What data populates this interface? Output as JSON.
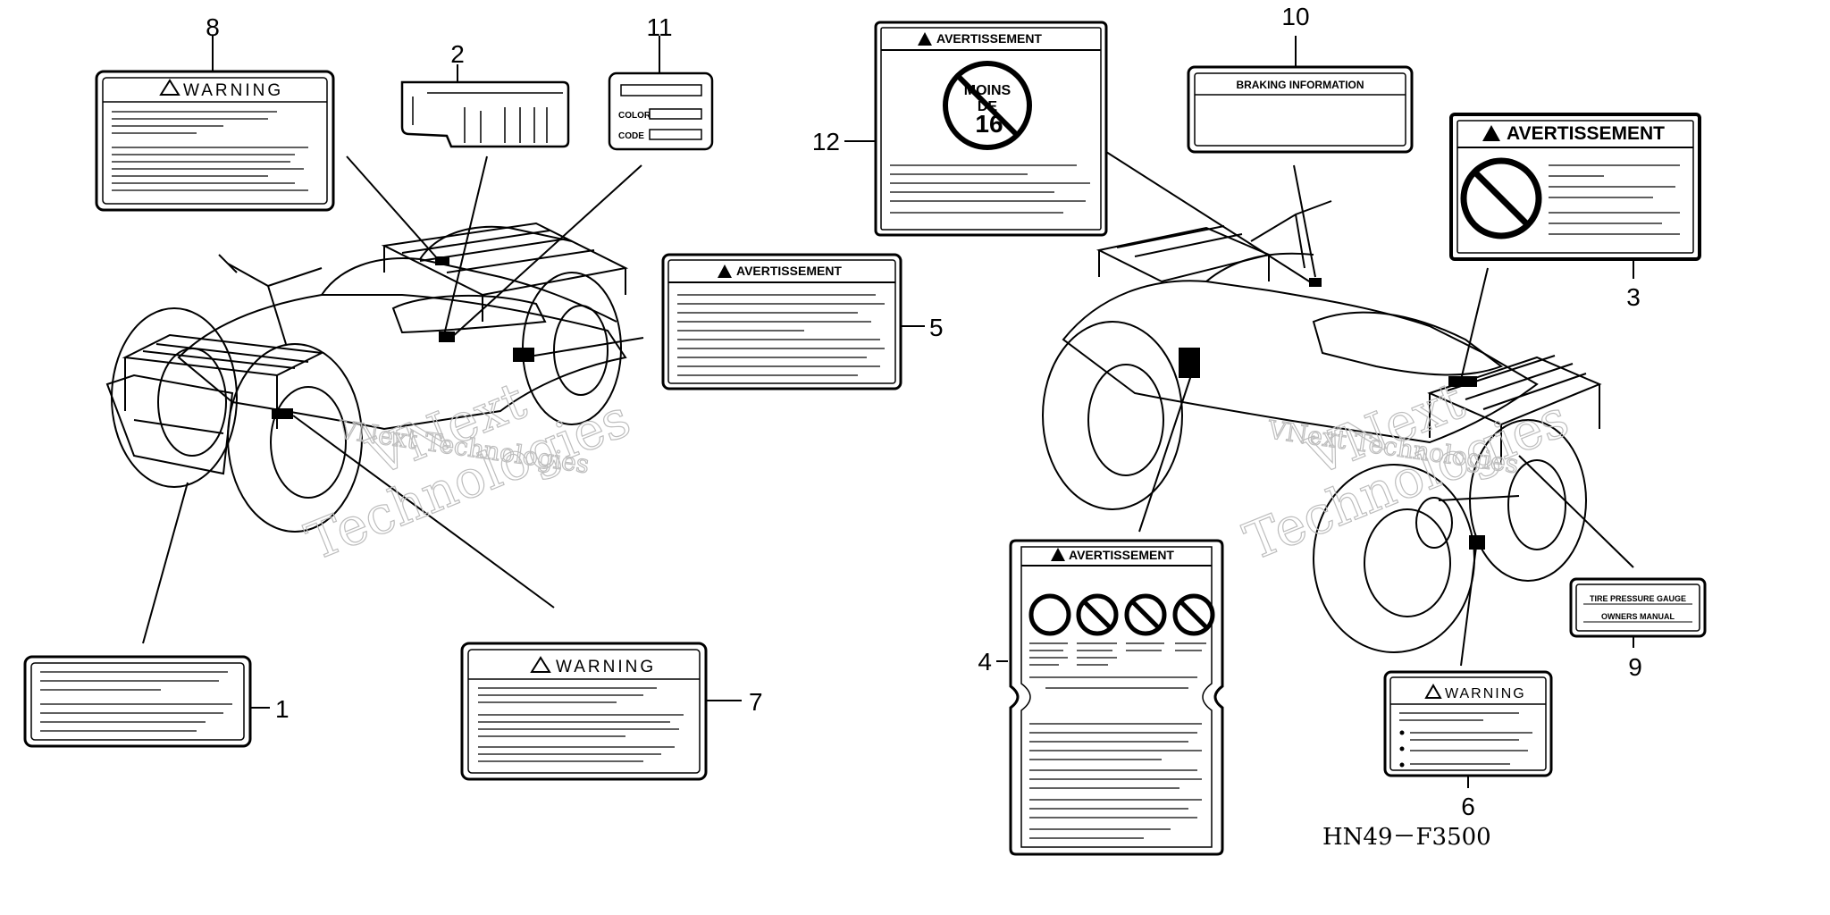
{
  "callouts": {
    "c1": "1",
    "c2": "2",
    "c3": "3",
    "c4": "4",
    "c5": "5",
    "c6": "6",
    "c7": "7",
    "c8": "8",
    "c9": "9",
    "c10": "10",
    "c11": "11",
    "c12": "12"
  },
  "labels": {
    "warning": "WARNING",
    "avertissement": "AVERTISSEMENT",
    "braking_information": "BRAKING INFORMATION",
    "color": "COLOR",
    "code": "CODE",
    "tire_pressure_gauge": "TIRE PRESSURE GAUGE",
    "owners_manual": "OWNERS MANUAL",
    "moins": "MOINS",
    "de": "DE",
    "age": "16"
  },
  "watermark": {
    "line1": "VNext",
    "line2": "Technologies",
    "flat": "VNext Technologies"
  },
  "diagram_code": "HN49－F3500"
}
